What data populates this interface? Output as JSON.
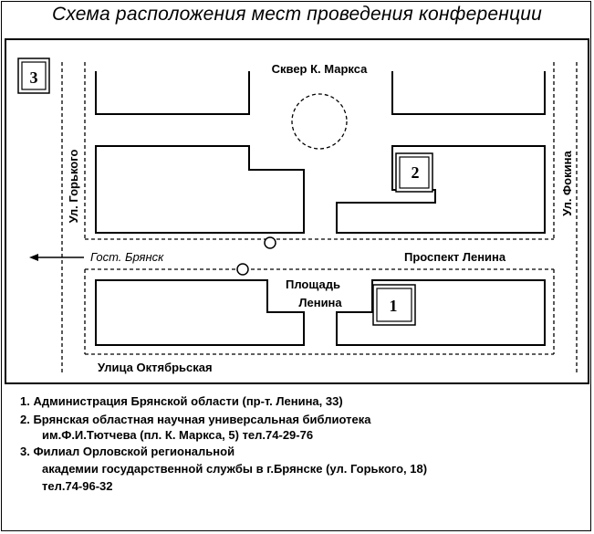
{
  "title": "Схема расположения мест проведения конференции",
  "streets": {
    "square_marx": "Сквер К. Маркса",
    "gorkogo": "Ул. Горького",
    "fokina": "Ул. Фокина",
    "hotel": "Гост. Брянск",
    "prospect": "Проспект Ленина",
    "square_lenin_1": "Площадь",
    "square_lenin_2": "Ленина",
    "oktyabrskaya": "Улица Октябрьская"
  },
  "markers": {
    "m1": "1",
    "m2": "2",
    "m3": "3"
  },
  "legend": {
    "item1": "1.  Администрация Брянской области (пр-т. Ленина, 33)",
    "item2_line1": "2.  Брянская областная научная универсальная библиотека",
    "item2_line2": "им.Ф.И.Тютчева  (пл. К. Маркса, 5) тел.74-29-76",
    "item3_line1": "3.  Филиал  Орловской региональной",
    "item3_line2": "академии государственной службы в г.Брянске (ул. Горького, 18)",
    "item3_line3": "тел.74-96-32"
  }
}
